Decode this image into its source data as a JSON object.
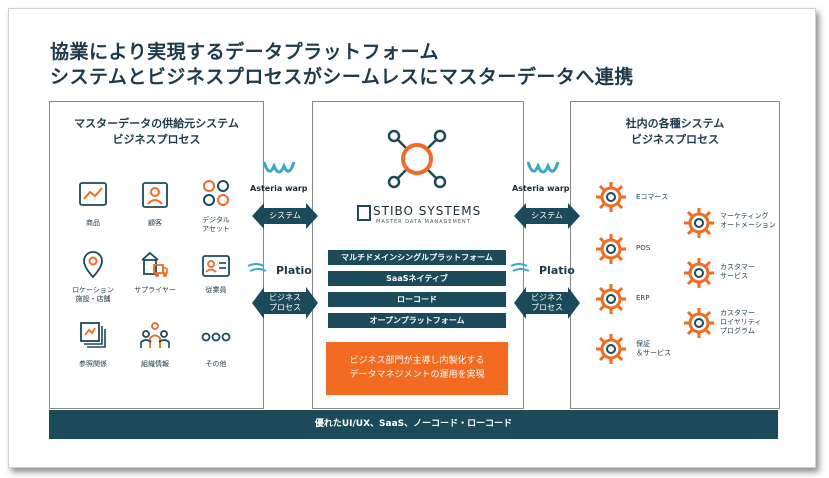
{
  "title": {
    "line1": "協業により実現するデータプラットフォーム",
    "line2": "システムとビジネスプロセスがシームレスにマスターデータへ連携"
  },
  "left_panel": {
    "title_line1": "マスターデータの供給元システム",
    "title_line2": "ビジネスプロセス",
    "items": [
      {
        "icon": "chart-icon",
        "label": "商品"
      },
      {
        "icon": "person-card-icon",
        "label": "顧客"
      },
      {
        "icon": "digital-asset-icon",
        "label": "デジタル\nアセット"
      },
      {
        "icon": "location-pin-icon",
        "label": "ロケーション\n施設・店舗"
      },
      {
        "icon": "supplier-truck-icon",
        "label": "サプライヤー"
      },
      {
        "icon": "employee-id-icon",
        "label": "従業員"
      },
      {
        "icon": "reference-docs-icon",
        "label": "参照関係"
      },
      {
        "icon": "org-icon",
        "label": "組織情報"
      },
      {
        "icon": "more-dots-icon",
        "label": "その他"
      }
    ]
  },
  "connectors": {
    "asterio_brand": "Asteria warp",
    "system_label": "システム",
    "platio_brand": "Platio",
    "business_label": "ビジネス\nプロセス"
  },
  "center": {
    "brand": "STIBO SYSTEMS",
    "brand_sub": "MASTER DATA MANAGEMENT",
    "features": [
      "マルチドメインシングルプラットフォーム",
      "SaaSネイティブ",
      "ローコード",
      "オープンプラットフォーム"
    ],
    "highlight_line1": "ビジネス部門が主導し内製化する",
    "highlight_line2": "データマネジメントの運用を実現"
  },
  "right_panel": {
    "title_line1": "社内の各種システム",
    "title_line2": "ビジネスプロセス",
    "items_left": [
      "Eコマース",
      "POS",
      "ERP",
      "保証\n＆サービス"
    ],
    "items_right": [
      "マーケティング\nオートメーション",
      "カスタマー\nサービス",
      "カスタマー\nロイヤリティ\nプログラム"
    ]
  },
  "bottom_bar": "優れたUI/UX、SaaS、ノーコード・ローコード",
  "colors": {
    "navy": "#1b4a5a",
    "orange": "#f26b21",
    "teal": "#3aa6c9",
    "title": "#1c3a4a"
  }
}
